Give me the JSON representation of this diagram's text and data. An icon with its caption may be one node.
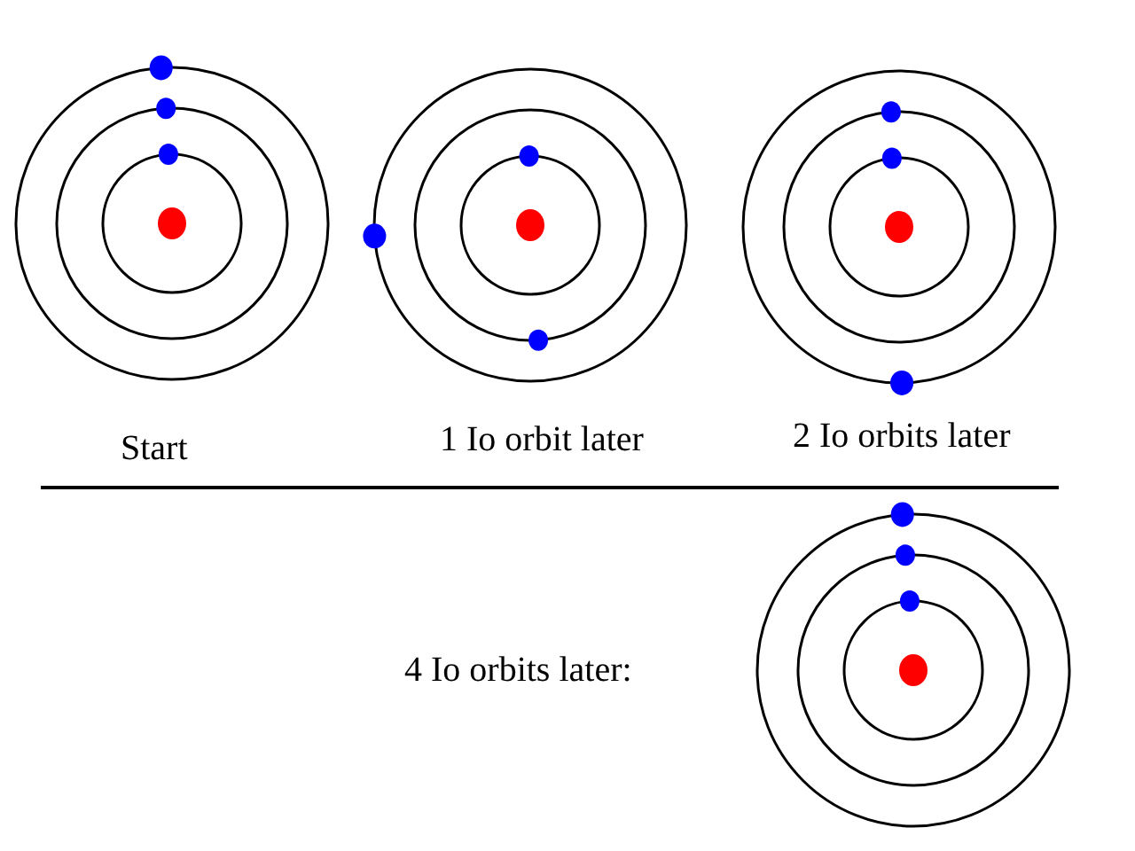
{
  "diagram": {
    "labels": [
      "Start",
      "1 Io orbit later",
      "2 Io orbits later",
      "4 Io orbits later:"
    ]
  }
}
